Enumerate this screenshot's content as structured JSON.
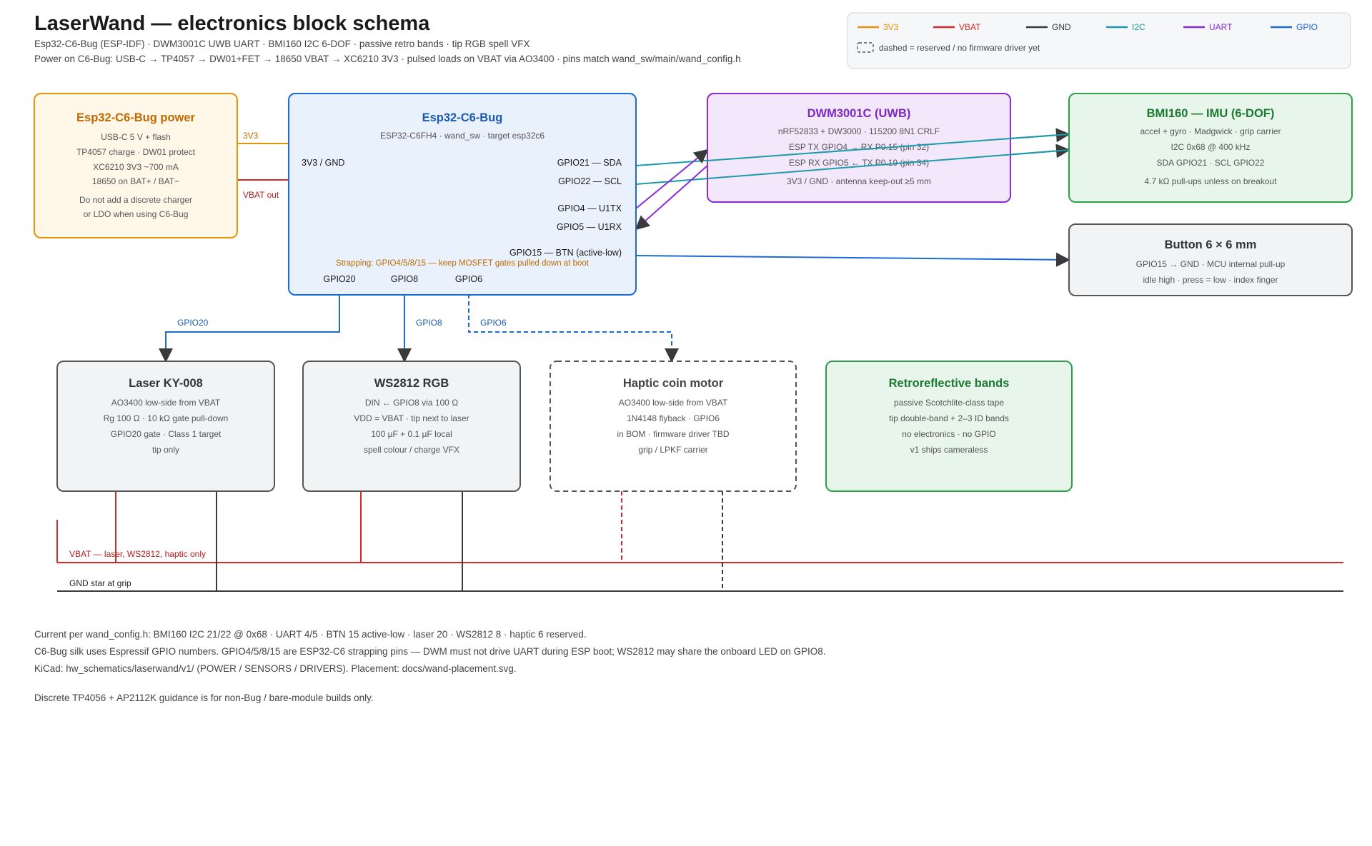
{
  "header": {
    "title": "LaserWand — electronics block schema",
    "subtitle1": "Esp32-C6-Bug (ESP-IDF) · DWM3001C UWB UART · BMI160 I2C 6-DOF · passive retro bands · tip RGB spell VFX",
    "subtitle2": "Power on C6-Bug: USB-C → TP4057 → DW01+FET → 18650 VBAT → XC6210 3V3 · pulsed loads on VBAT via AO3400 · pins match wand_sw/main/wand_config.h"
  },
  "legend": {
    "items": [
      {
        "label": "3V3",
        "color": "#e8920a"
      },
      {
        "label": "VBAT",
        "color": "#d42a2a"
      },
      {
        "label": "GND",
        "color": "#3a3a3a"
      },
      {
        "label": "I2C",
        "color": "#1a9aaa"
      },
      {
        "label": "UART",
        "color": "#8a2ad8"
      },
      {
        "label": "GPIO",
        "color": "#1a6ad8"
      }
    ],
    "dashed_note": "dashed = reserved / no firmware driver yet"
  },
  "blocks": {
    "power": {
      "title": "Esp32-C6-Bug power",
      "lines": [
        "USB-C 5 V + flash",
        "TP4057 charge · DW01 protect",
        "XC6210 3V3 ~700 mA",
        "18650 on BAT+ / BAT−",
        "Do not add a discrete charger",
        "or LDO when using C6-Bug"
      ],
      "color": "#c06a00"
    },
    "mcu": {
      "title": "Esp32-C6-Bug",
      "subtitle": "ESP32-C6FH4 · wand_sw · target esp32c6",
      "pin_left": "3V3 / GND",
      "pins_right": [
        "GPIO21 — SDA",
        "GPIO22 — SCL",
        "GPIO4 — U1TX",
        "GPIO5 — U1RX",
        "GPIO15 — BTN (active-low)"
      ],
      "strapping": "Strapping: GPIO4/5/8/15 — keep MOSFET gates pulled down at boot",
      "pins_bottom": [
        "GPIO20",
        "GPIO8",
        "GPIO6"
      ],
      "color": "#1a5ab0"
    },
    "uwb": {
      "title": "DWM3001C (UWB)",
      "lines": [
        "nRF52833 + DW3000 · 115200 8N1 CRLF",
        "ESP TX GPIO4 → RX P0.15 (pin 32)",
        "ESP RX GPIO5 ← TX P0.19 (pin 34)",
        "3V3 / GND · antenna keep-out ≥5 mm"
      ],
      "color": "#7a2ac0"
    },
    "imu": {
      "title": "BMI160 — IMU (6-DOF)",
      "lines": [
        "accel + gyro · Madgwick · grip carrier",
        "I2C 0x68 @ 400 kHz",
        "SDA GPIO21 · SCL GPIO22",
        "4.7 kΩ pull-ups unless on breakout"
      ],
      "color": "#1a7a30"
    },
    "button": {
      "title": "Button 6 × 6 mm",
      "lines": [
        "GPIO15 → GND · MCU internal pull-up",
        "idle high · press = low · index finger"
      ],
      "color": "#333333"
    },
    "laser": {
      "title": "Laser KY-008",
      "lines": [
        "AO3400 low-side from VBAT",
        "Rg 100 Ω · 10 kΩ gate pull-down",
        "GPIO20 gate · Class 1 target",
        "tip only"
      ],
      "color": "#333333"
    },
    "rgb": {
      "title": "WS2812 RGB",
      "lines": [
        "DIN ← GPIO8 via 100 Ω",
        "VDD = VBAT · tip next to laser",
        "100 µF + 0.1 µF local",
        "spell colour / charge VFX"
      ],
      "color": "#333333"
    },
    "haptic": {
      "title": "Haptic coin motor",
      "lines": [
        "AO3400 low-side from VBAT",
        "1N4148 flyback · GPIO6",
        "in BOM · firmware driver TBD",
        "grip / LPKF carrier"
      ],
      "color": "#444444"
    },
    "retro": {
      "title": "Retroreflective bands",
      "lines": [
        "passive Scotchlite-class tape",
        "tip double-band + 2–3 ID bands",
        "no electronics · no GPIO",
        "v1 ships cameraless"
      ],
      "color": "#1a7a30"
    }
  },
  "wires": {
    "label_3v3": "3V3",
    "label_vbat_out": "VBAT out",
    "label_gpio20": "GPIO20",
    "label_gpio8": "GPIO8",
    "label_gpio6": "GPIO6",
    "rail_vbat": "VBAT — laser, WS2812, haptic only",
    "rail_gnd": "GND star at grip"
  },
  "footer": {
    "line1": "Current per wand_config.h: BMI160 I2C 21/22 @ 0x68 · UART 4/5 · BTN 15 active-low · laser 20 · WS2812 8 · haptic 6 reserved.",
    "line2": "C6-Bug silk uses Espressif GPIO numbers. GPIO4/5/8/15 are ESP32-C6 strapping pins — DWM must not drive UART during ESP boot; WS2812 may share the onboard LED on GPIO8.",
    "line3": "KiCad: hw_schematics/laserwand/v1/ (POWER / SENSORS / DRIVERS). Placement: docs/wand-placement.svg.",
    "line4": "Discrete TP4056 + AP2112K guidance is for non-Bug / bare-module builds only."
  }
}
